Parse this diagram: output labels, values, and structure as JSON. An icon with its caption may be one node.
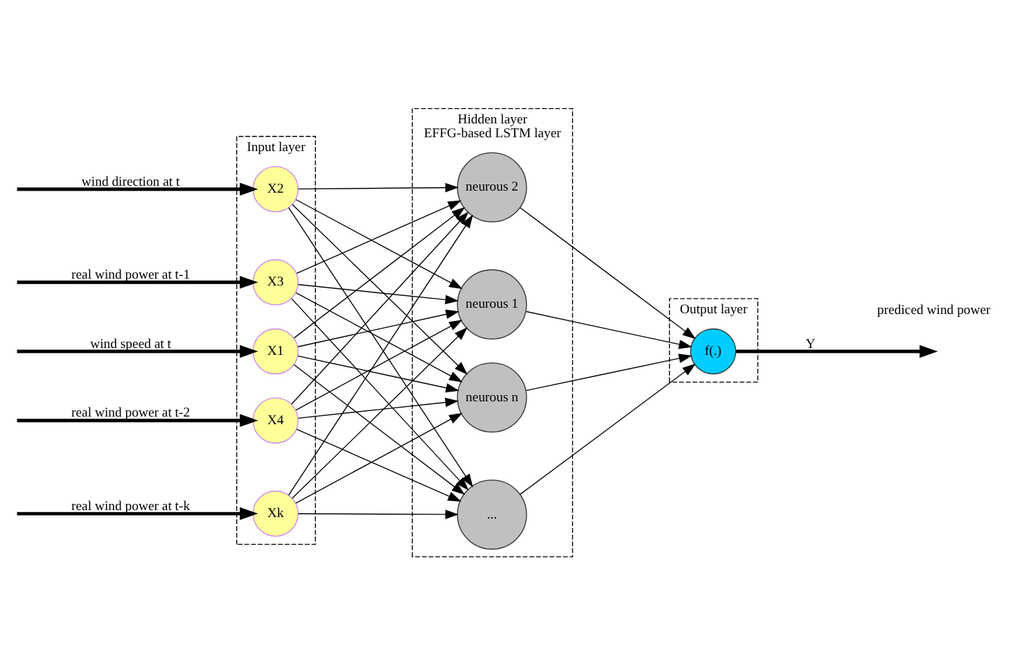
{
  "diagram": {
    "nodes": [
      {
        "text": [
          "Input layer"
        ]
      },
      {
        "text": [
          "X1"
        ],
        "in": 0
      },
      {
        "text": [
          "X2"
        ],
        "in": 0
      },
      {
        "text": [
          "X3"
        ],
        "in": 0
      },
      {
        "text": [
          "X4"
        ],
        "in": 0
      },
      {
        "text": [
          "Xk"
        ],
        "in": 0
      },
      {
        "text": [
          "Hidden layer",
          "EFFG-based LSTM layer"
        ]
      },
      {
        "text": [
          "neurous 1"
        ],
        "in": 6
      },
      {
        "text": [
          "neurous 2"
        ],
        "in": 6
      },
      {
        "text": [
          "..."
        ],
        "in": 6
      },
      {
        "text": [
          "neurous n"
        ],
        "in": 6
      },
      {
        "text": [
          "Output layer"
        ]
      },
      {
        "text": [
          "f(.)"
        ],
        "in": 11
      }
    ],
    "edges": [
      {
        "from": null,
        "to": 1,
        "arrow": "to",
        "label": "wind speed at t",
        "style": "thick"
      },
      {
        "from": null,
        "to": 2,
        "arrow": "to",
        "label": "wind direction at t",
        "style": "thick"
      },
      {
        "from": null,
        "to": 3,
        "arrow": "to",
        "label": "real wind power at t-1",
        "style": "thick"
      },
      {
        "from": null,
        "to": 4,
        "arrow": "to",
        "label": "real wind power at t-2",
        "style": "thick"
      },
      {
        "from": null,
        "to": 5,
        "arrow": "to",
        "label": "real wind power at t-k",
        "style": "thick"
      },
      {
        "from": 1,
        "to": 7,
        "arrow": "to"
      },
      {
        "from": 1,
        "to": 8,
        "arrow": "to"
      },
      {
        "from": 1,
        "to": 9,
        "arrow": "to"
      },
      {
        "from": 1,
        "to": 10,
        "arrow": "to"
      },
      {
        "from": 2,
        "to": 7,
        "arrow": "to"
      },
      {
        "from": 2,
        "to": 8,
        "arrow": "to"
      },
      {
        "from": 2,
        "to": 9,
        "arrow": "to"
      },
      {
        "from": 2,
        "to": 10,
        "arrow": "to"
      },
      {
        "from": 3,
        "to": 7,
        "arrow": "to"
      },
      {
        "from": 3,
        "to": 8,
        "arrow": "to"
      },
      {
        "from": 3,
        "to": 9,
        "arrow": "to"
      },
      {
        "from": 3,
        "to": 10,
        "arrow": "to"
      },
      {
        "from": 4,
        "to": 7,
        "arrow": "to"
      },
      {
        "from": 4,
        "to": 8,
        "arrow": "to"
      },
      {
        "from": 4,
        "to": 9,
        "arrow": "to"
      },
      {
        "from": 4,
        "to": 10,
        "arrow": "to"
      },
      {
        "from": 5,
        "to": 7,
        "arrow": "to"
      },
      {
        "from": 5,
        "to": 8,
        "arrow": "to"
      },
      {
        "from": 5,
        "to": 9,
        "arrow": "to"
      },
      {
        "from": 5,
        "to": 10,
        "arrow": "to"
      },
      {
        "from": 7,
        "to": 12,
        "arrow": "to"
      },
      {
        "from": 8,
        "to": 12,
        "arrow": "to"
      },
      {
        "from": 9,
        "to": 12,
        "arrow": "to"
      },
      {
        "from": 10,
        "to": 12,
        "arrow": "to"
      },
      {
        "from": 12,
        "to": null,
        "arrow": "to",
        "label": "Y",
        "style": "thick"
      }
    ],
    "labels": [
      "prediced wind power"
    ]
  }
}
